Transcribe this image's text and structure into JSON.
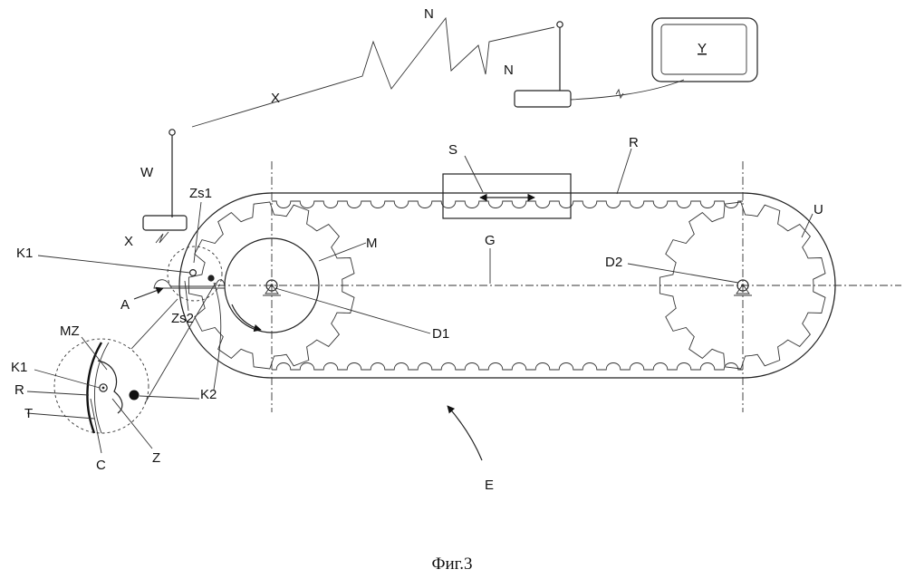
{
  "labels": {
    "N_top": "N",
    "N_box": "N",
    "Y": "Y",
    "X_upper": "X",
    "X_lower": "X",
    "W": "W",
    "S": "S",
    "R_belt": "R",
    "U": "U",
    "M": "M",
    "G": "G",
    "D1": "D1",
    "D2": "D2",
    "E": "E",
    "Zs1": "Zs1",
    "Zs2": "Zs2",
    "K1_top": "K1",
    "K1_detail": "K1",
    "K2": "K2",
    "A": "A",
    "MZ": "MZ",
    "R_detail": "R",
    "T": "T",
    "C": "C",
    "Z": "Z"
  },
  "caption": "Фиг.3"
}
